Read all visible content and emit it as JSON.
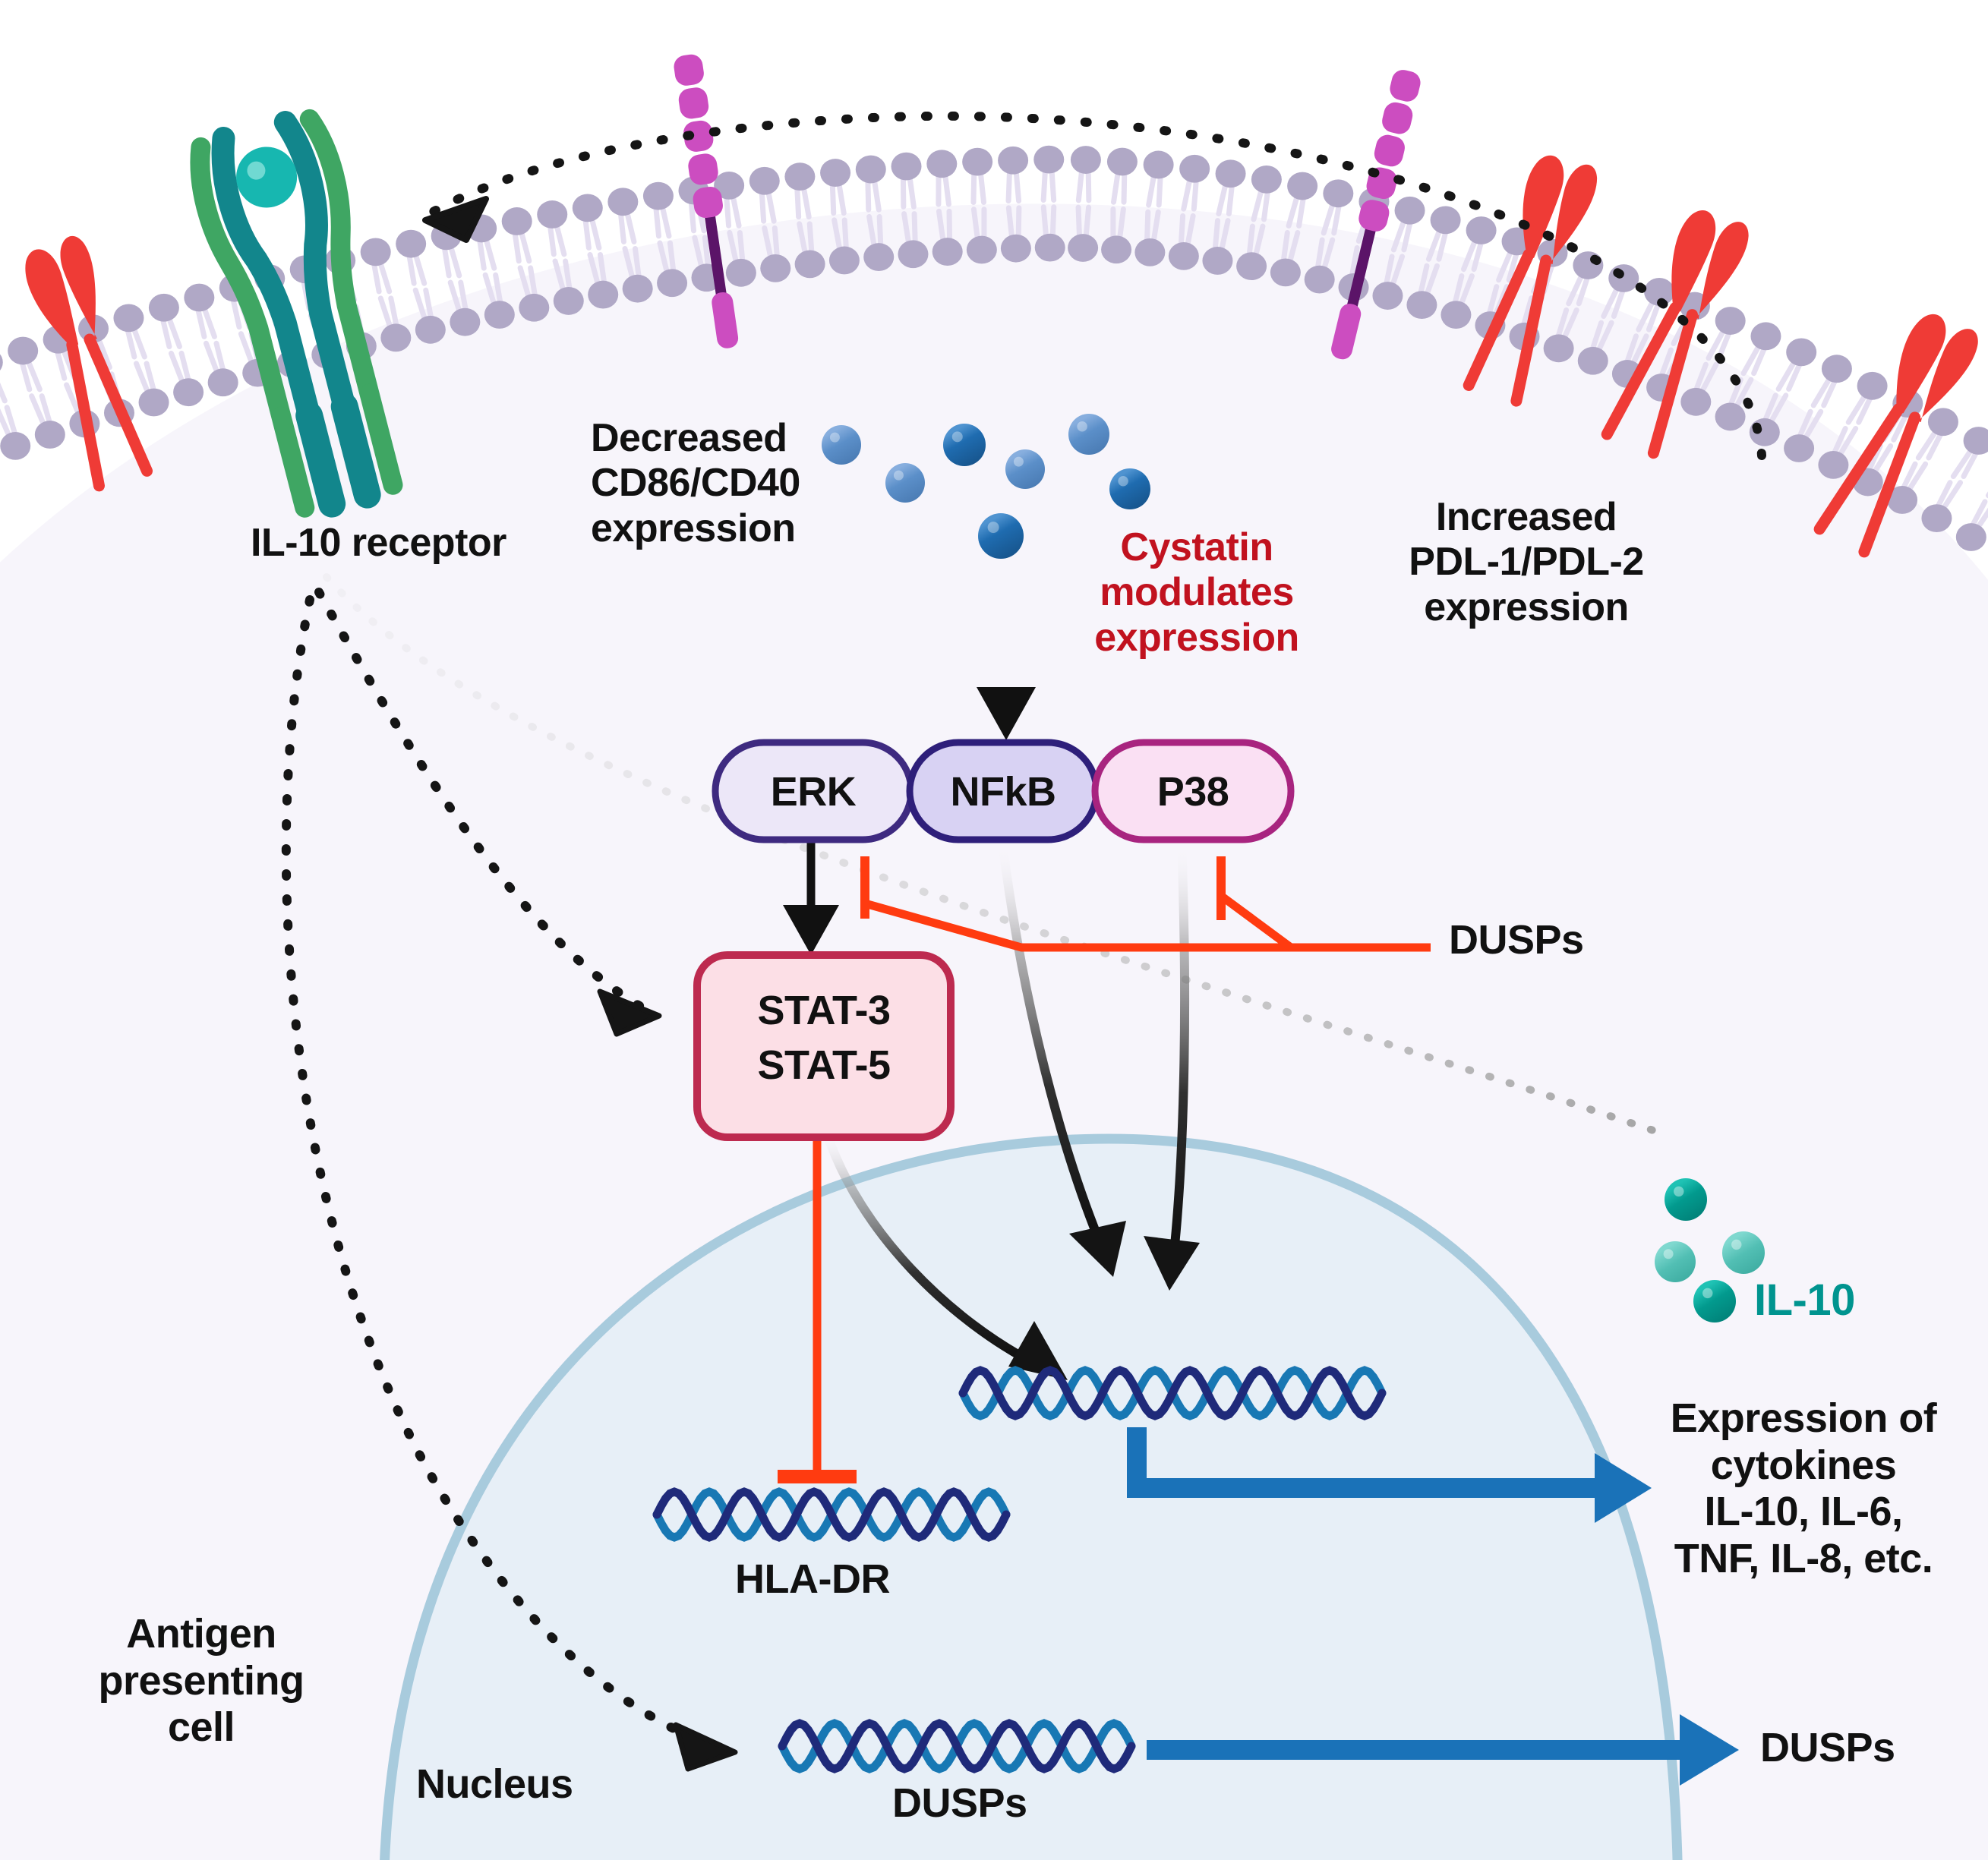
{
  "figure": {
    "kind": "cell-signaling-pathway-diagram",
    "cell_label": "Antigen\npresenting\ncell",
    "nucleus_label": "Nucleus"
  },
  "colors": {
    "cytoplasm": "#f7f5fb",
    "nucleus_fill": "#e7eff7",
    "nucleus_stroke": "#a8cbdd",
    "membrane_head": "#b0a8c6",
    "membrane_tail": "#e4def0",
    "receptor_red": "#ef3b36",
    "receptor_magenta": "#cc4dc0",
    "receptor_magenta_stem": "#5b1468",
    "il10_receptor_teal": "#12868c",
    "il10_receptor_green": "#3fa663",
    "il10_ligand": "#17b7b0",
    "cystatin_dot_dark": "#1f6cb0",
    "cystatin_dot_light": "#5b8fc9",
    "inhibition_red": "#ff3b10",
    "dna_dark": "#1f2a7a",
    "dna_light": "#1878b4",
    "output_arrow_blue": "#1a72b8",
    "il10_teal": "#00948f",
    "cystatin_text_red": "#c1121f"
  },
  "membrane_labels": {
    "il10_receptor": "IL-10 receptor",
    "decreased": "Decreased\nCD86/CD40\nexpression",
    "cystatin": "Cystatin\nmodulates\nexpression",
    "increased": "Increased\nPDL-1/PDL-2\nexpression"
  },
  "kinases": [
    {
      "id": "erk",
      "label": "ERK",
      "fill": "#ece7f8",
      "stroke": "#3e2a80"
    },
    {
      "id": "nfkb",
      "label": "NFkB",
      "fill": "#d8d2f3",
      "stroke": "#2e1f7a"
    },
    {
      "id": "p38",
      "label": "P38",
      "fill": "#fae0f3",
      "stroke": "#a8247f"
    }
  ],
  "stat_node": {
    "line1": "STAT-3",
    "line2": "STAT-5",
    "fill": "#fcdfe6",
    "stroke": "#bd2a4f"
  },
  "dusps_inhibitor_label": "DUSPs",
  "il10_secretion_label": "IL-10",
  "nucleus_genes": [
    {
      "id": "hla-dr",
      "label": "HLA-DR"
    },
    {
      "id": "cytokine-gene",
      "label": ""
    },
    {
      "id": "dusps-gene",
      "label": "DUSPs"
    }
  ],
  "outputs": [
    {
      "id": "cytokines",
      "label": "Expression of\ncytokines\nIL-10, IL-6,\nTNF, IL-8, etc."
    },
    {
      "id": "dusps-output",
      "label": "DUSPs"
    }
  ],
  "chart_data": {
    "type": "diagram",
    "title": "IL-10 / Cystatin signaling in an antigen presenting cell",
    "nodes": [
      "IL-10 receptor",
      "ERK",
      "NFkB",
      "P38",
      "STAT-3 / STAT-5",
      "DUSPs",
      "HLA-DR",
      "Cytokine gene",
      "DUSPs gene"
    ],
    "edges": [
      {
        "from": "IL-10 receptor",
        "to": "STAT-3 / STAT-5",
        "type": "activation",
        "style": "dashed"
      },
      {
        "from": "IL-10 receptor",
        "to": "DUSPs gene",
        "type": "activation",
        "style": "dashed"
      },
      {
        "from": "Cystatin",
        "to": "ERK / NFkB / P38",
        "type": "modulation",
        "style": "solid"
      },
      {
        "from": "ERK",
        "to": "STAT-3 / STAT-5",
        "type": "activation",
        "style": "solid"
      },
      {
        "from": "NFkB",
        "to": "Cytokine gene",
        "type": "activation",
        "style": "solid"
      },
      {
        "from": "P38",
        "to": "Cytokine gene",
        "type": "activation",
        "style": "solid"
      },
      {
        "from": "STAT-3 / STAT-5",
        "to": "HLA-DR",
        "type": "inhibition",
        "style": "solid"
      },
      {
        "from": "STAT-3 / STAT-5",
        "to": "Cytokine gene",
        "type": "activation",
        "style": "solid"
      },
      {
        "from": "DUSPs",
        "to": "ERK",
        "type": "inhibition",
        "style": "solid"
      },
      {
        "from": "DUSPs",
        "to": "P38",
        "type": "inhibition",
        "style": "solid"
      },
      {
        "from": "Cytokine gene",
        "to": "Expression of cytokines IL-10, IL-6, TNF, IL-8, etc.",
        "type": "production"
      },
      {
        "from": "DUSPs gene",
        "to": "DUSPs",
        "type": "production"
      }
    ]
  }
}
